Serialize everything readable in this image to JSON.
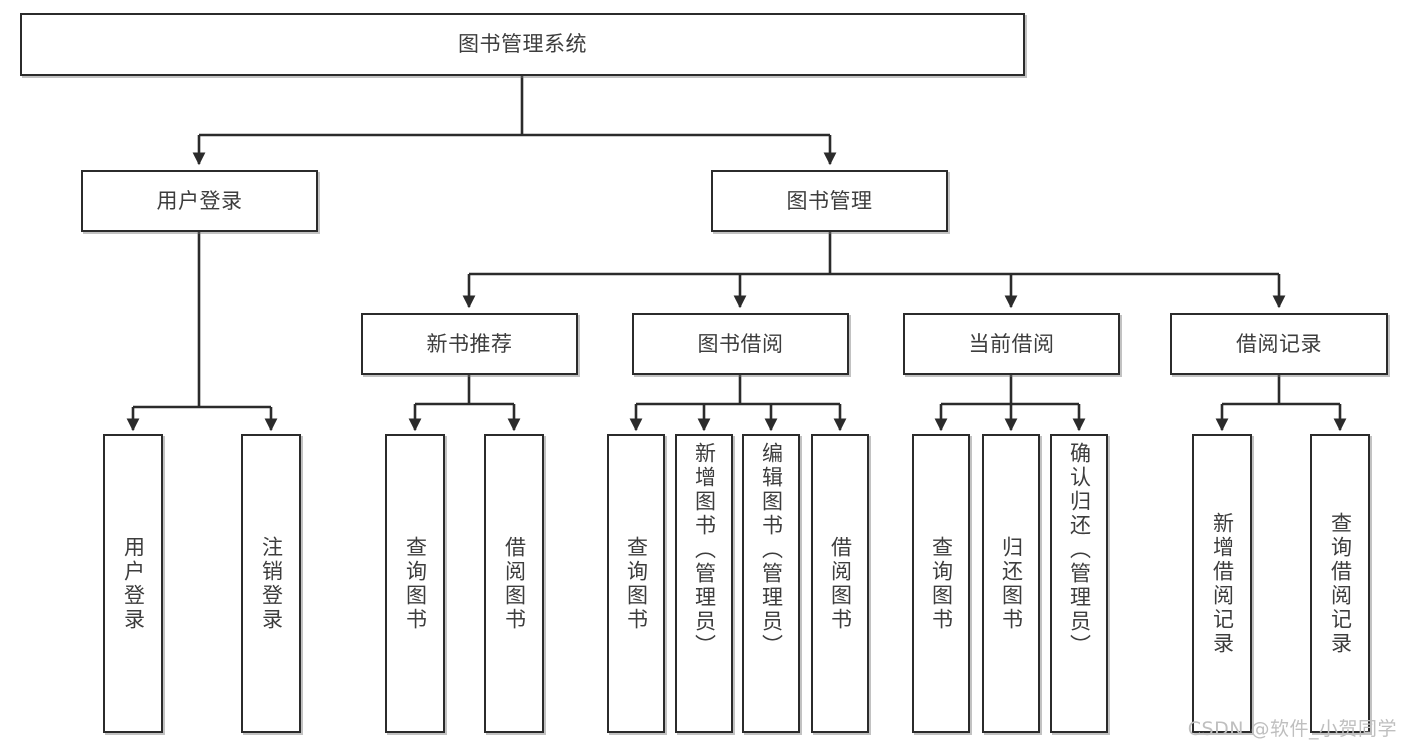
{
  "diagram": {
    "title": "图书管理系统",
    "type": "tree",
    "watermark": "CSDN @软件_小贺同学",
    "levels": {
      "root": {
        "label": "图书管理系统"
      },
      "level2": [
        {
          "label": "用户登录"
        },
        {
          "label": "图书管理"
        }
      ],
      "level3": [
        {
          "label": "新书推荐"
        },
        {
          "label": "图书借阅"
        },
        {
          "label": "当前借阅"
        },
        {
          "label": "借阅记录"
        }
      ],
      "leaves_user_login": [
        {
          "label": "用户登录"
        },
        {
          "label": "注销登录"
        }
      ],
      "leaves_new_book": [
        {
          "label": "查询图书"
        },
        {
          "label": "借阅图书"
        }
      ],
      "leaves_borrow": [
        {
          "label": "查询图书"
        },
        {
          "label": "新增图书（管理员）"
        },
        {
          "label": "编辑图书（管理员）"
        },
        {
          "label": "借阅图书"
        }
      ],
      "leaves_current": [
        {
          "label": "查询图书"
        },
        {
          "label": "归还图书"
        },
        {
          "label": "确认归还（管理员）"
        }
      ],
      "leaves_records": [
        {
          "label": "新增借阅记录"
        },
        {
          "label": "查询借阅记录"
        }
      ]
    },
    "colors": {
      "stroke": "#2b2b2b",
      "text": "#3d3d3d",
      "background": "#ffffff",
      "watermark": "#bfbfbf"
    }
  }
}
